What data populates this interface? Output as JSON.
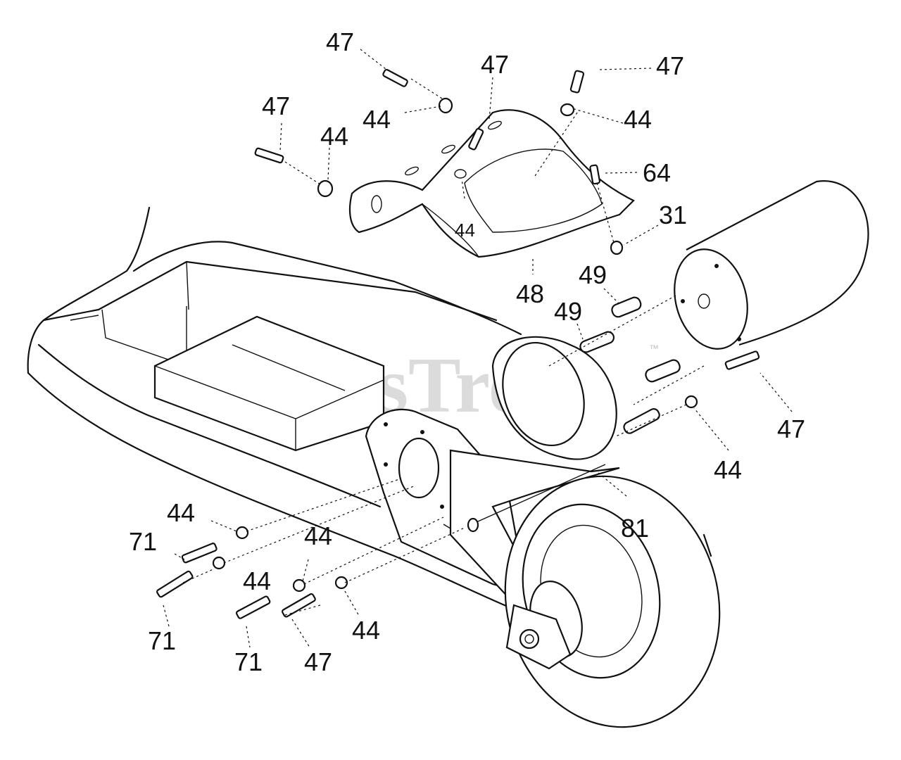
{
  "watermark": {
    "text": "PartsTree",
    "trademark": "™"
  },
  "callouts": [
    {
      "id": "c47a",
      "text": "47"
    },
    {
      "id": "c47b",
      "text": "47"
    },
    {
      "id": "c47c",
      "text": "47"
    },
    {
      "id": "c47d",
      "text": "47"
    },
    {
      "id": "c44a",
      "text": "44"
    },
    {
      "id": "c44b",
      "text": "44"
    },
    {
      "id": "c44c",
      "text": "44"
    },
    {
      "id": "c44d",
      "text": "44"
    },
    {
      "id": "c64",
      "text": "64"
    },
    {
      "id": "c31",
      "text": "31"
    },
    {
      "id": "c49a",
      "text": "49"
    },
    {
      "id": "c48",
      "text": "48"
    },
    {
      "id": "c49b",
      "text": "49"
    },
    {
      "id": "c47e",
      "text": "47"
    },
    {
      "id": "c44e",
      "text": "44"
    },
    {
      "id": "c81",
      "text": "81"
    },
    {
      "id": "c44f",
      "text": "44"
    },
    {
      "id": "c71a",
      "text": "71"
    },
    {
      "id": "c44g",
      "text": "44"
    },
    {
      "id": "c44h",
      "text": "44"
    },
    {
      "id": "c71b",
      "text": "71"
    },
    {
      "id": "c44i",
      "text": "44"
    },
    {
      "id": "c71c",
      "text": "71"
    },
    {
      "id": "c47f",
      "text": "47"
    }
  ]
}
